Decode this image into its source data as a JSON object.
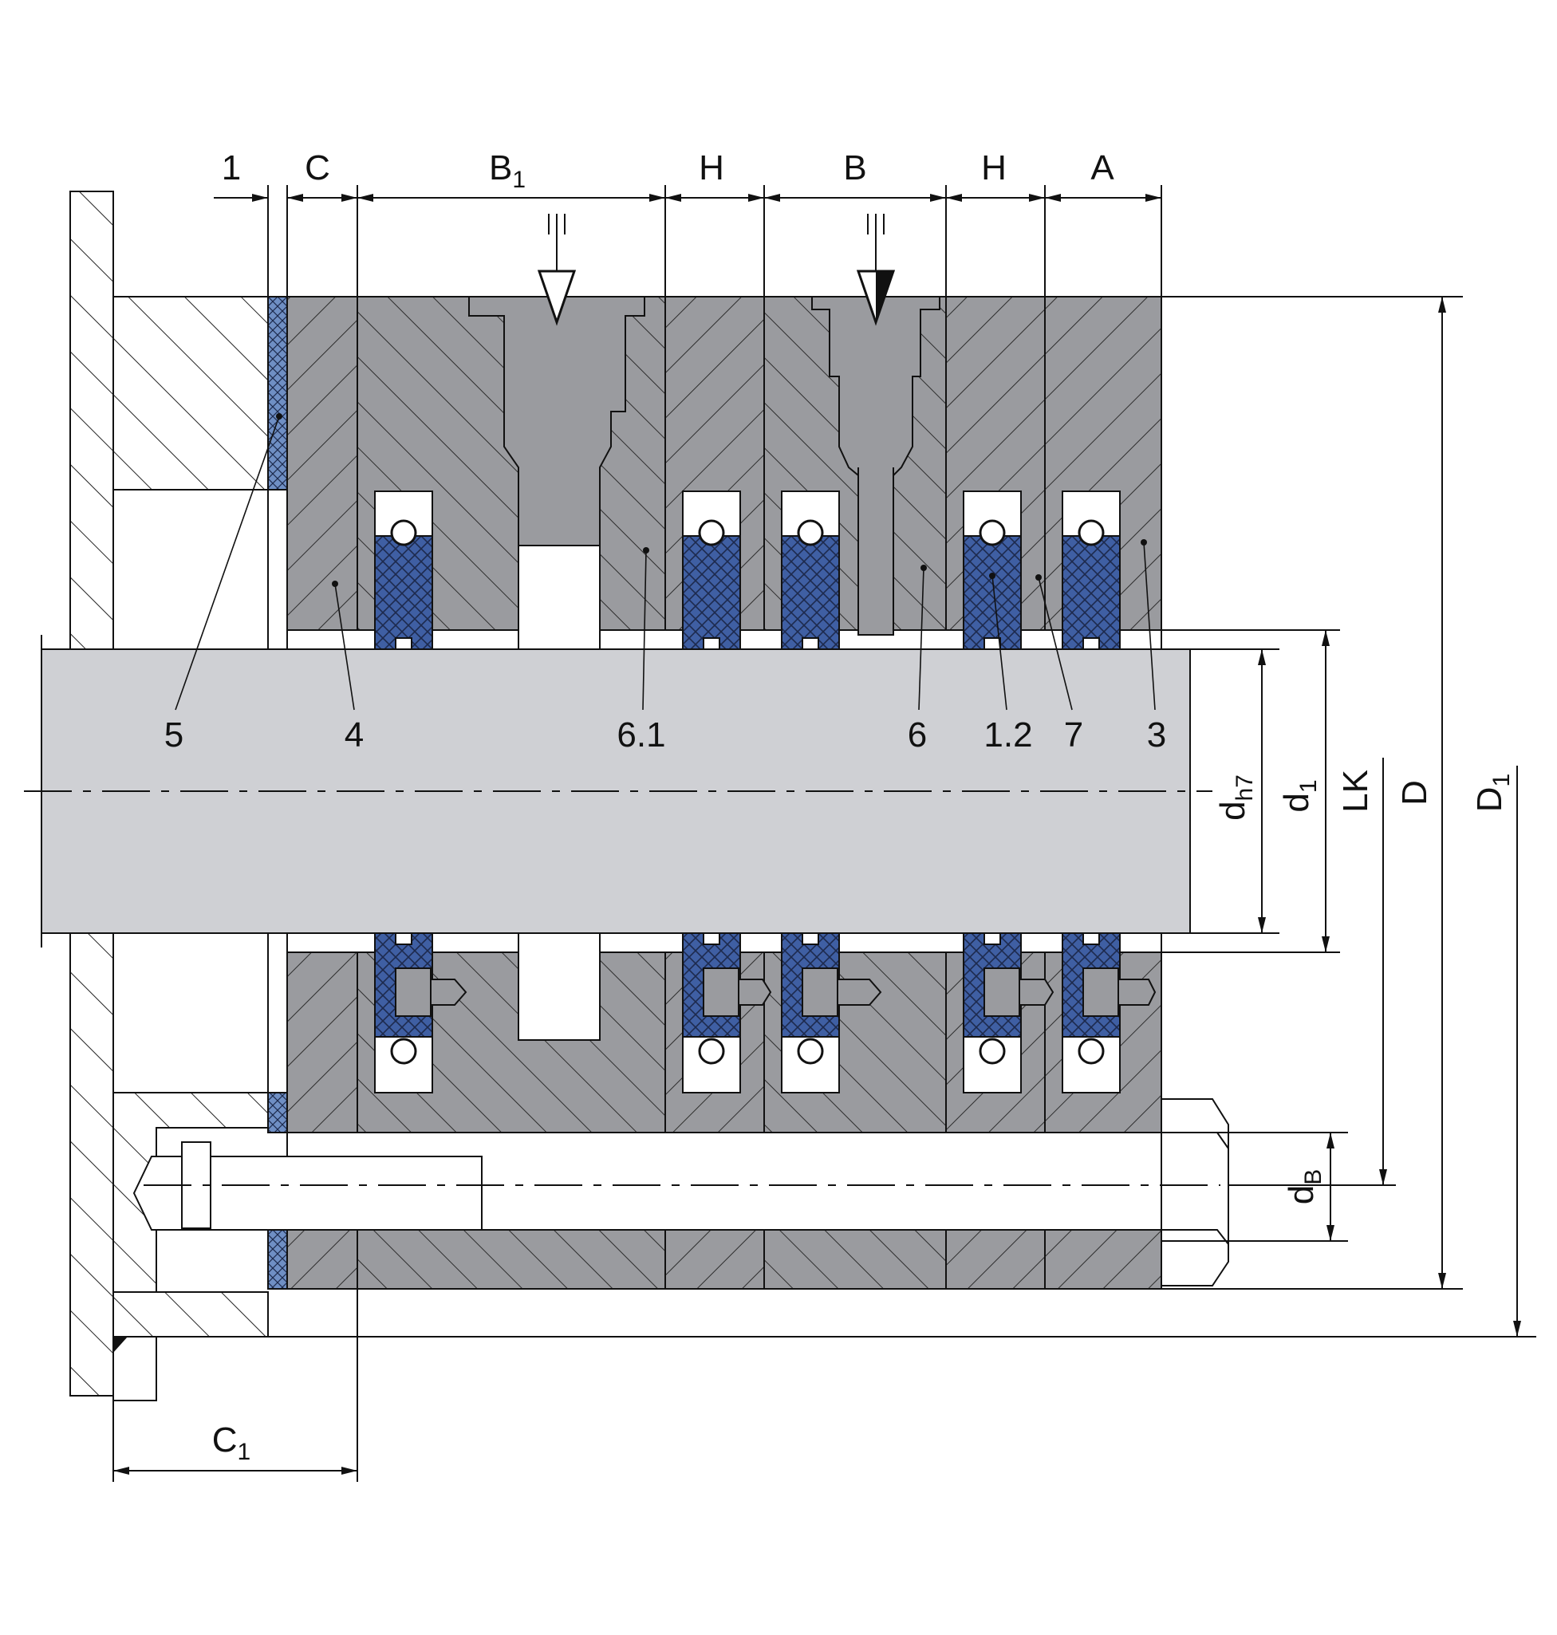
{
  "colors": {
    "housing": "#9a9b9f",
    "shaft": "#cfd0d4",
    "seal": "#3f5fa3",
    "bonding_strip": "#6f8fc4",
    "line": "#111111",
    "background": "#ffffff"
  },
  "top_dimensions": [
    {
      "id": "t1",
      "text": "1",
      "sub": ""
    },
    {
      "id": "tC",
      "text": "C",
      "sub": ""
    },
    {
      "id": "tB1",
      "text": "B",
      "sub": "1"
    },
    {
      "id": "tH1",
      "text": "H",
      "sub": ""
    },
    {
      "id": "tB",
      "text": "B",
      "sub": ""
    },
    {
      "id": "tH2",
      "text": "H",
      "sub": ""
    },
    {
      "id": "tA",
      "text": "A",
      "sub": ""
    }
  ],
  "part_numbers": [
    "5",
    "4",
    "6.1",
    "6",
    "1.2",
    "7",
    "3"
  ],
  "right_dimensions": [
    {
      "id": "dh7",
      "text": "d",
      "sub": "h7"
    },
    {
      "id": "d1",
      "text": "d",
      "sub": "1"
    },
    {
      "id": "LK",
      "text": "LK",
      "sub": ""
    },
    {
      "id": "D",
      "text": "D",
      "sub": ""
    },
    {
      "id": "D1",
      "text": "D",
      "sub": "1"
    }
  ],
  "bolt_dimension": {
    "text": "d",
    "sub": "B"
  },
  "bottom_dimension": {
    "text": "C",
    "sub": "1"
  }
}
